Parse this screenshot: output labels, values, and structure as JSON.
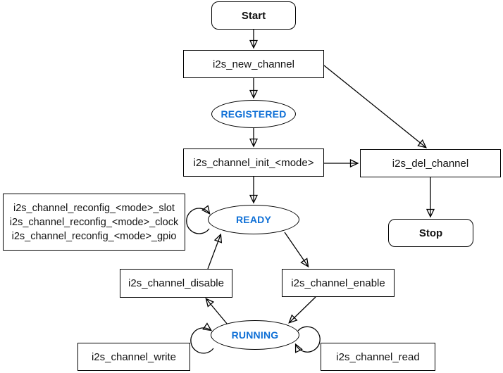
{
  "diagram": {
    "description": "I2S driver channel state / API flow diagram",
    "colors": {
      "background": "#ffffff",
      "node_fill": "#ffffff",
      "stroke": "#000000",
      "state_text": "#0e6fd6"
    },
    "nodes": {
      "start": {
        "label": "Start",
        "type": "terminal"
      },
      "new_channel": {
        "label": "i2s_new_channel",
        "type": "process"
      },
      "registered": {
        "label": "REGISTERED",
        "type": "state"
      },
      "init": {
        "label": "i2s_channel_init_<mode>",
        "type": "process"
      },
      "del_channel": {
        "label": "i2s_del_channel",
        "type": "process"
      },
      "stop": {
        "label": "Stop",
        "type": "terminal"
      },
      "ready": {
        "label": "READY",
        "type": "state"
      },
      "reconfig": {
        "type": "process",
        "lines": [
          "i2s_channel_reconfig_<mode>_slot",
          "i2s_channel_reconfig_<mode>_clock",
          "i2s_channel_reconfig_<mode>_gpio"
        ]
      },
      "disable": {
        "label": "i2s_channel_disable",
        "type": "process"
      },
      "enable": {
        "label": "i2s_channel_enable",
        "type": "process"
      },
      "running": {
        "label": "RUNNING",
        "type": "state"
      },
      "write": {
        "label": "i2s_channel_write",
        "type": "process"
      },
      "read": {
        "label": "i2s_channel_read",
        "type": "process"
      }
    },
    "edges": [
      {
        "from": "Start",
        "to": "i2s_new_channel"
      },
      {
        "from": "i2s_new_channel",
        "to": "REGISTERED"
      },
      {
        "from": "REGISTERED",
        "to": "i2s_channel_init_<mode>"
      },
      {
        "from": "i2s_channel_init_<mode>",
        "to": "READY"
      },
      {
        "from": "i2s_new_channel",
        "to": "i2s_del_channel"
      },
      {
        "from": "i2s_channel_init_<mode>",
        "to": "i2s_del_channel"
      },
      {
        "from": "i2s_del_channel",
        "to": "Stop"
      },
      {
        "from": "READY",
        "to": "i2s_channel_enable"
      },
      {
        "from": "i2s_channel_enable",
        "to": "RUNNING"
      },
      {
        "from": "RUNNING",
        "to": "i2s_channel_disable"
      },
      {
        "from": "i2s_channel_disable",
        "to": "READY"
      },
      {
        "from": "READY",
        "to": "READY",
        "type": "self-loop"
      },
      {
        "from": "RUNNING",
        "to": "RUNNING",
        "type": "self-loop-left"
      },
      {
        "from": "RUNNING",
        "to": "RUNNING",
        "type": "self-loop-right"
      }
    ]
  }
}
